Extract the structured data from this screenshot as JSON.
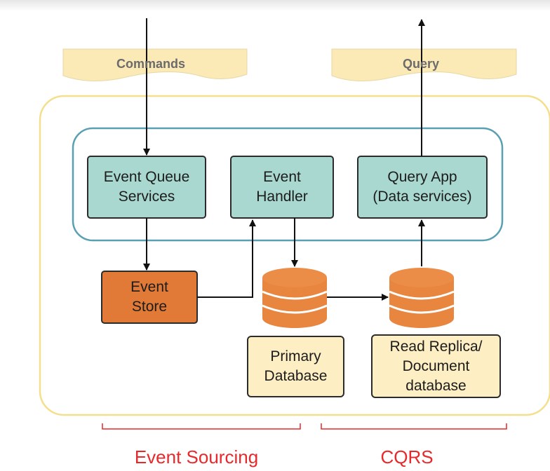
{
  "banners": {
    "commands": "Commands",
    "query": "Query"
  },
  "boxes": {
    "event_queue": "Event Queue\nServices",
    "event_handler": "Event\nHandler",
    "query_app": "Query App\n(Data services)",
    "event_store": "Event\nStore",
    "primary_db": "Primary\nDatabase",
    "read_replica": "Read Replica/\nDocument\ndatabase"
  },
  "footer": {
    "event_sourcing": "Event Sourcing",
    "cqrs": "CQRS"
  },
  "colors": {
    "banner_fill": "#fbe9b6",
    "outer_border": "#f3df8d",
    "service_fill": "#a9d8d0",
    "service_border": "#5aa0b3",
    "store_fill": "#e07a36",
    "db_fill": "#e8853f",
    "label_fill": "#fdeec3",
    "accent_red": "#e8292b"
  }
}
